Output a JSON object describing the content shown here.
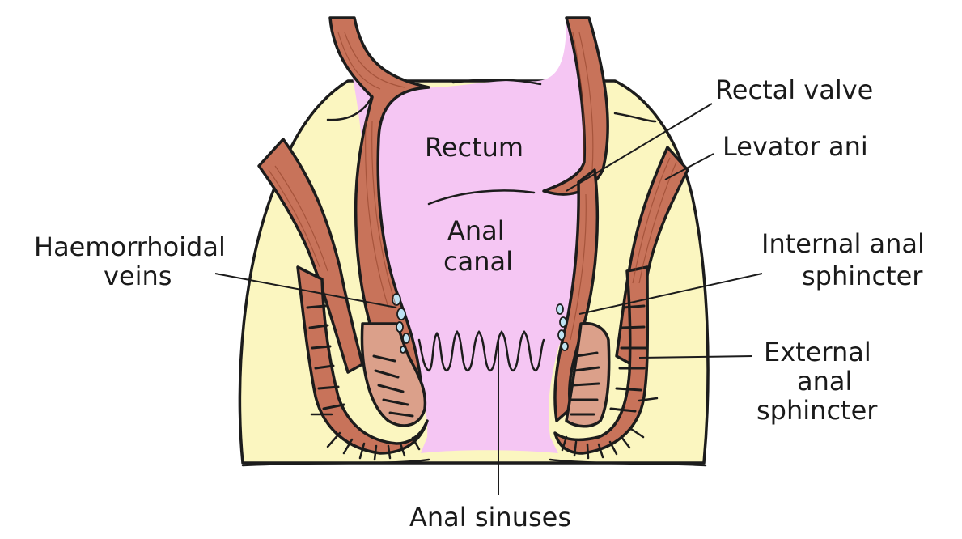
{
  "labels": {
    "rectum": "Rectum",
    "anal_canal_line1": "Anal",
    "anal_canal_line2": "canal",
    "haemorrhoidal_line1": "Haemorrhoidal",
    "haemorrhoidal_line2": "veins",
    "rectal_valve": "Rectal valve",
    "levator_ani": "Levator ani",
    "internal_line1": "Internal anal",
    "internal_line2": "sphincter",
    "external_line1": "External",
    "external_line2": "anal",
    "external_line3": "sphincter",
    "anal_sinuses": "Anal sinuses"
  },
  "colors": {
    "fat": "#fbf6c0",
    "lumen": "#f5c6f3",
    "muscle": "#c8735a",
    "muscle_light": "#dba08a",
    "vein": "#bfe3f2",
    "outline": "#1c1c1c"
  }
}
